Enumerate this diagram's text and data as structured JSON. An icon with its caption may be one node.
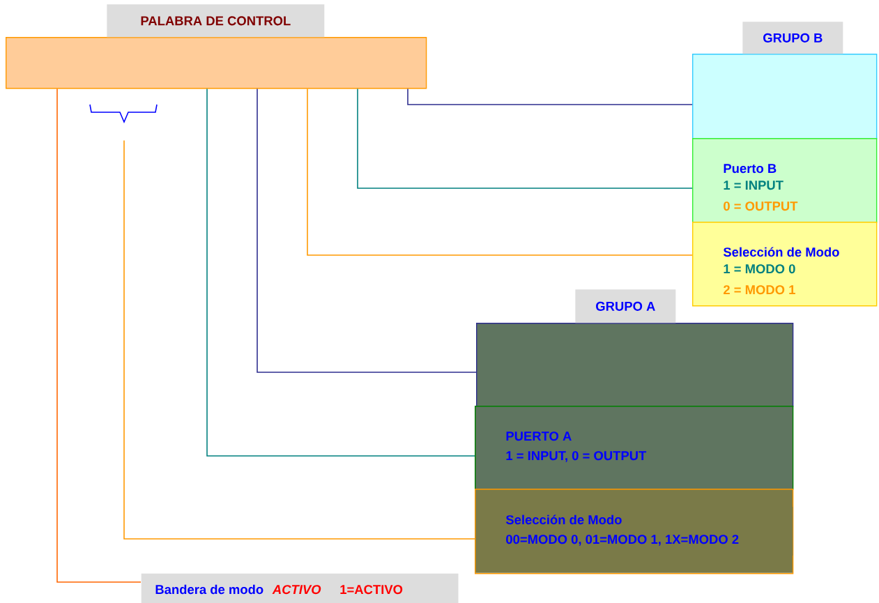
{
  "diagram": {
    "nodes": [
      {
        "text": [
          "PALABRA DE CONTROL"
        ]
      },
      {
        "text": [
          "GRUPO B"
        ]
      },
      {
        "text": [
          "Puerto B",
          "1 = INPUT",
          "0 = OUTPUT"
        ]
      },
      {
        "text": [
          "Selección de Modo",
          "1 = MODO 0",
          "2 = MODO 1"
        ]
      },
      {
        "text": [
          "GRUPO A"
        ]
      },
      {
        "text": [
          "PUERTO A",
          "1 = INPUT, 0 = OUTPUT"
        ]
      },
      {
        "text": [
          "Selección de Modo",
          "00=MODO 0, 01=MODO 1, 1X=MODO 2"
        ]
      },
      {
        "text": [
          "Bandera de modo",
          "ACTIVO",
          "1=ACTIVO"
        ]
      }
    ],
    "edges": [
      {
        "from": 0,
        "to": 1,
        "arrow": "none",
        "color": "#2e2e8f"
      },
      {
        "from": 0,
        "to": 2,
        "arrow": "none",
        "color": "#00807f"
      },
      {
        "from": 0,
        "to": 3,
        "arrow": "none",
        "color": "#ff9900"
      },
      {
        "from": 0,
        "to": 4,
        "arrow": "none",
        "color": "#2e2e8f"
      },
      {
        "from": 0,
        "to": 5,
        "arrow": "none",
        "color": "#00807f"
      },
      {
        "from": 0,
        "to": 6,
        "arrow": "none",
        "color": "#ff9900"
      },
      {
        "from": 0,
        "to": 7,
        "arrow": "none",
        "color": "#ff6600"
      }
    ]
  }
}
